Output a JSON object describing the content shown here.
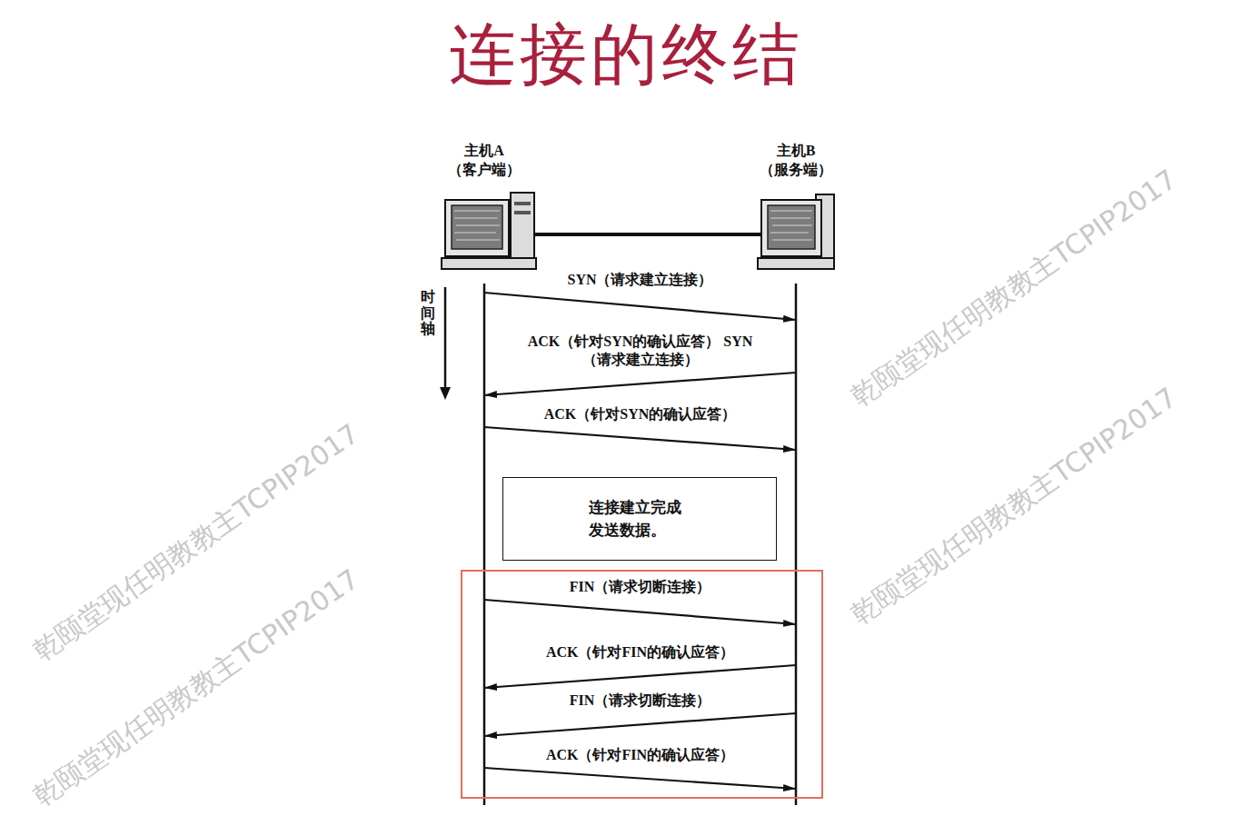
{
  "diagram": {
    "title": "连接的终结",
    "nodes": [
      {
        "text": [
          "主机A （客户端）"
        ]
      },
      {
        "text": [
          "主机B （服务端）"
        ]
      },
      {
        "text": [
          "连接建立完成 发送数据。"
        ]
      }
    ],
    "edges": [
      {
        "from": 0,
        "to": 1,
        "arrow": "to",
        "label": "SYN（请求建立连接）"
      },
      {
        "from": 1,
        "to": 0,
        "arrow": "to",
        "label": "ACK（针对SYN的确认应答） SYN（请求建立连接）"
      },
      {
        "from": 0,
        "to": 1,
        "arrow": "to",
        "label": "ACK（针对SYN的确认应答）"
      },
      {
        "from": 0,
        "to": 1,
        "arrow": "to",
        "label": "FIN（请求切断连接）"
      },
      {
        "from": 1,
        "to": 0,
        "arrow": "to",
        "label": "ACK（针对FIN的确认应答）"
      },
      {
        "from": 1,
        "to": 0,
        "arrow": "to",
        "label": "FIN（请求切断连接）"
      },
      {
        "from": 0,
        "to": 1,
        "arrow": "to",
        "label": "ACK（针对FIN的确认应答）"
      }
    ],
    "labels": [
      "时间轴",
      "乾颐堂现任明教教主TCPIP2017",
      "乾颐堂现任明教教主TCPIP2017",
      "乾颐堂现任明教教主TCPIP2017",
      "乾颐堂现任明教教主TCPIP2017"
    ]
  }
}
